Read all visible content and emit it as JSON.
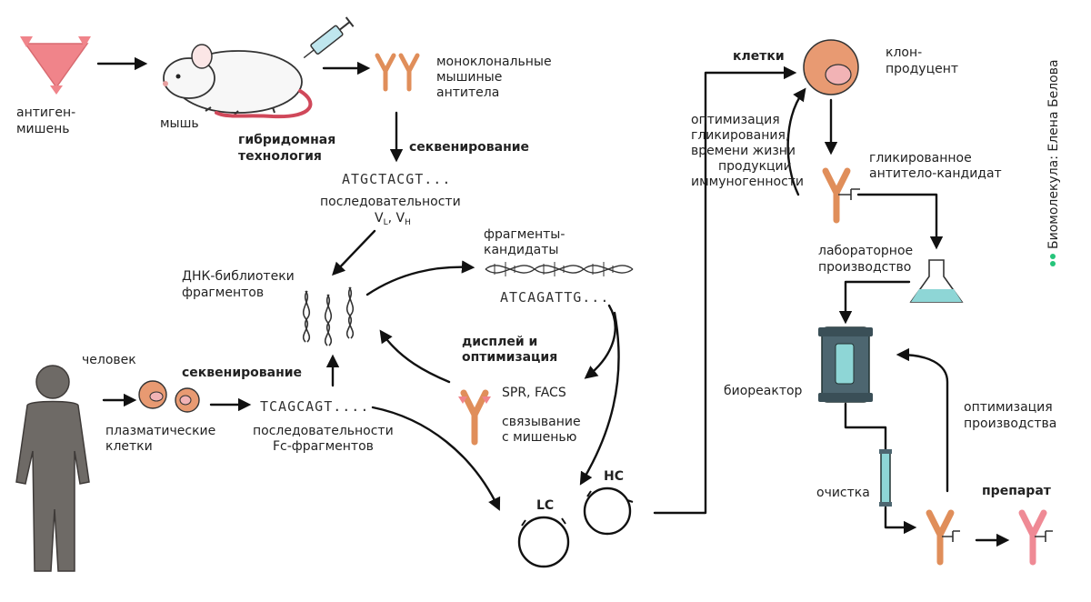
{
  "labels": {
    "antigen": [
      "антиген-",
      "мишень"
    ],
    "mouse": "мышь",
    "hybridoma": [
      "гибридомная",
      "технология"
    ],
    "mono_ab": [
      "моноклональные",
      "мышиные",
      "антитела"
    ],
    "seq_top": "секвенирование",
    "seq_top_dna": "ATGCTACGT...",
    "seq_top_caption": "последовательности",
    "seq_top_vl": "V",
    "seq_top_vl_sub": "L",
    "seq_top_sep": ", ",
    "seq_top_vh": "V",
    "seq_top_vh_sub": "H",
    "dna_library": [
      "ДНК-библиотеки",
      "фрагментов"
    ],
    "fragments_candidates": [
      "фрагменты-",
      "кандидаты"
    ],
    "fragments_dna": "ATCAGATTG...",
    "display": [
      "дисплей и",
      "оптимизация"
    ],
    "spr": "SPR, FACS",
    "binding": [
      "связывание",
      "с мишенью"
    ],
    "human": "человек",
    "plasma": [
      "плазматические",
      "клетки"
    ],
    "seq_bottom": "секвенирование",
    "seq_bottom_dna": "TCAGCAGT....",
    "fc_seq": [
      "последовательности",
      "Fc-фрагментов"
    ],
    "lc": "LC",
    "hc": "HC",
    "cells": "клетки",
    "clone": [
      "клон-",
      "продуцент"
    ],
    "optimization_glyc": [
      "оптимизация",
      "гликирования,",
      "времени жизни",
      "продукции",
      "иммуногенности"
    ],
    "glyc_candidate": [
      "гликированное",
      "антитело-кандидат"
    ],
    "lab_production": [
      "лабораторное",
      "производство"
    ],
    "bioreactor": "биореактор",
    "opt_production": [
      "оптимизация",
      "производства"
    ],
    "purification": "очистка",
    "drug": "препарат",
    "credit": "Биомолекула: Елена Белова"
  },
  "colors": {
    "antigen": "#f0848a",
    "antibody": "#e08e5a",
    "drug_antibody": "#ef8a95",
    "cell_fill": "#e89a72",
    "cell_nucleus": "#f2b3b5",
    "human": "#6e6a66",
    "bioreactor": "#4d6670",
    "flask": "#8ed6d6",
    "credit_dot": "#25c47a"
  }
}
